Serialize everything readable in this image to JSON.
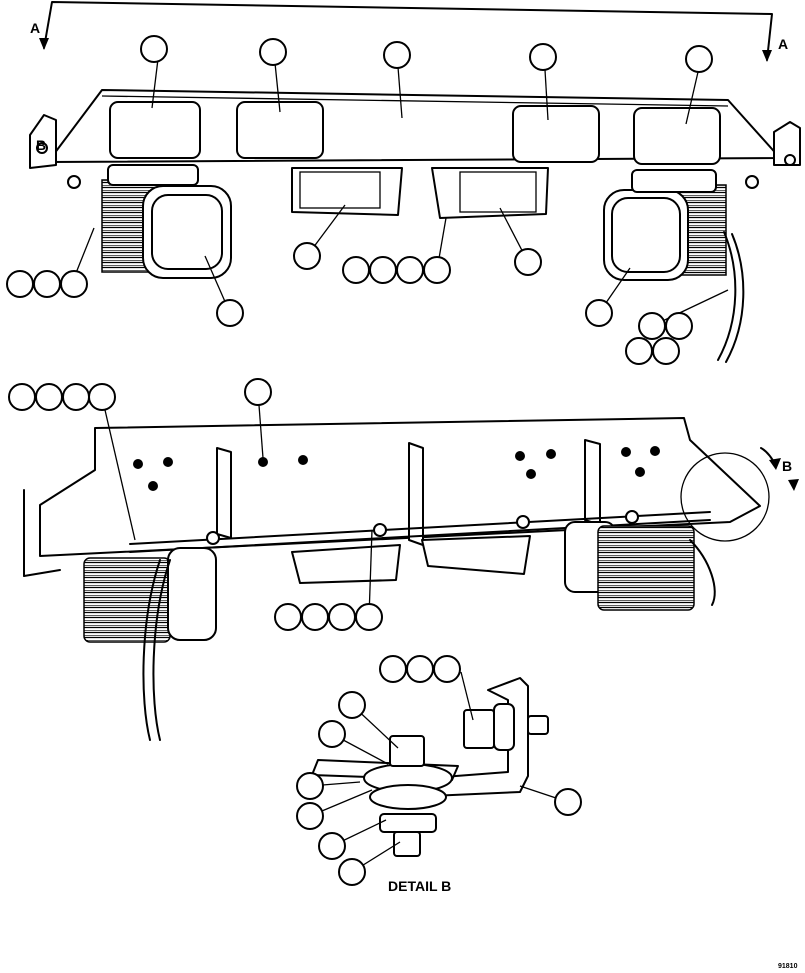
{
  "figure": {
    "view_marker_top_left": "A",
    "view_marker_top_right": "A",
    "detail_marker": "B",
    "bracket_label": "B",
    "detail_caption": "DETAIL B",
    "figure_code": "91810"
  },
  "colors": {
    "ink": "#000000",
    "paper": "#ffffff"
  }
}
